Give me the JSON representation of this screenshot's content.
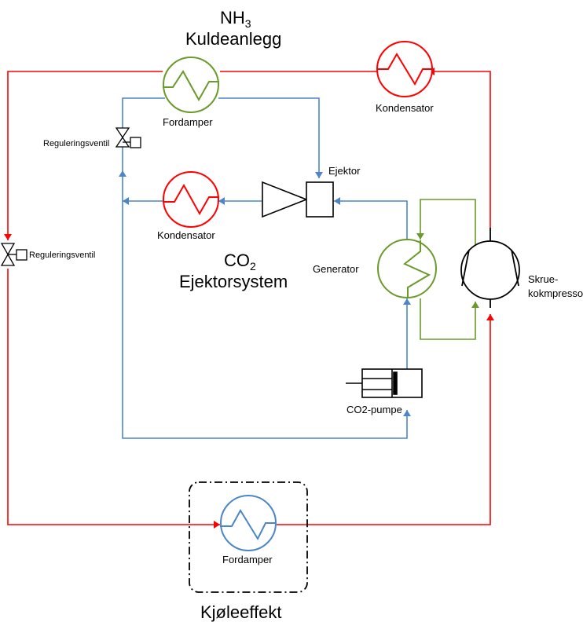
{
  "colors": {
    "nh3_line": "#ff0000",
    "co2_line": "#4a86c8",
    "generator_loop": "#6a9a2a",
    "fordamper_nh3": "#6a9a2a",
    "kondensator": "#ff0000",
    "fordamper_cooling": "#4a86c8",
    "box": "#000000"
  },
  "titles": {
    "nh3_formula": "NH",
    "nh3_sub": "3",
    "nh3_name": "Kuldeanlegg",
    "co2_formula": "CO",
    "co2_sub": "2",
    "co2_name": "Ejektorsystem",
    "cooling": "Kjøleeffekt"
  },
  "components": {
    "fordamper_top": "Fordamper",
    "kondensator_top": "Kondensator",
    "kondensator_co2": "Kondensator",
    "ejektor": "Ejektor",
    "generator": "Generator",
    "compressor_line1": "Skrue-",
    "compressor_line2": "kokmpressor",
    "pump": "CO2-pumpe",
    "valve_co2": "Reguleringsventil",
    "valve_nh3": "Reguleringsventil",
    "fordamper_bottom": "Fordamper"
  },
  "icons": {
    "heat_exchanger": "zigzag-circle-icon",
    "valve": "valve-icon",
    "ejector": "ejector-icon",
    "compressor": "screw-compressor-icon",
    "pump": "pump-icon",
    "arrow": "arrow-icon"
  }
}
